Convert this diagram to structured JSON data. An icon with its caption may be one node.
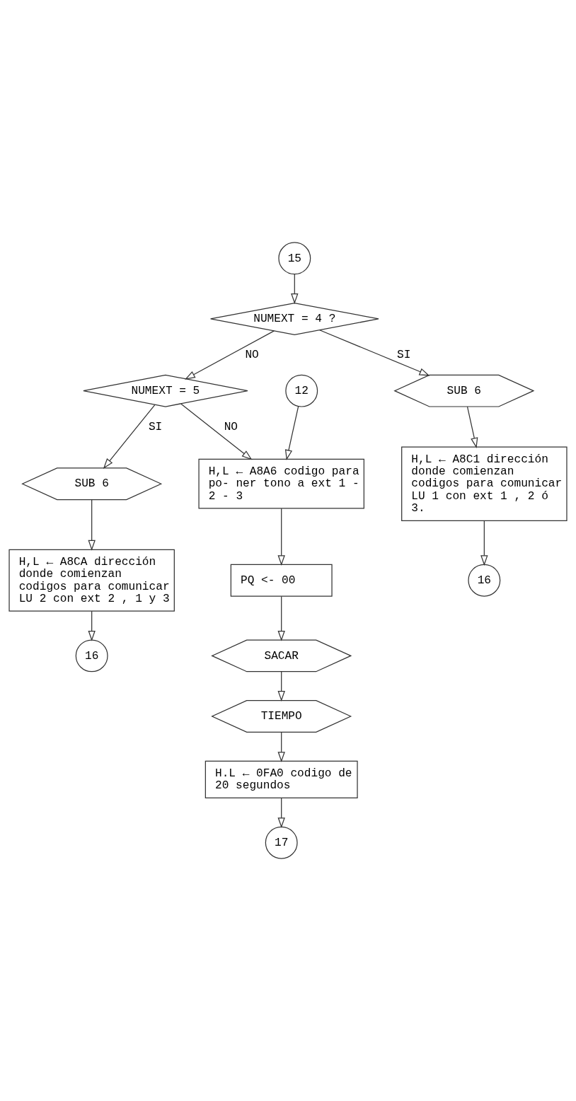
{
  "diagram": {
    "nodes": [
      {
        "text": [
          "15"
        ]
      },
      {
        "text": [
          "NUMEXT = 4 ?"
        ]
      },
      {
        "text": [
          "NUMEXT = 5"
        ]
      },
      {
        "text": [
          "12"
        ]
      },
      {
        "text": [
          "H,L ← A8A6 codigo para po- ner tono a ext 1 - 2 - 3"
        ]
      },
      {
        "text": [
          "PQ <- 00"
        ]
      },
      {
        "text": [
          "SACAR"
        ]
      },
      {
        "text": [
          "TIEMPO"
        ]
      },
      {
        "text": [
          "H.L ← 0FA0 codigo de 20 segundos"
        ]
      },
      {
        "text": [
          "17"
        ]
      },
      {
        "text": [
          "SUB 6"
        ]
      },
      {
        "text": [
          "H,L ← A8C1 dirección donde comienzan codigos para comunicar LU 1 con ext 1 , 2 ó 3."
        ]
      },
      {
        "text": [
          "16"
        ]
      },
      {
        "text": [
          "SUB 6"
        ]
      },
      {
        "text": [
          "H,L ← A8CA dirección donde comienzan codigos para comunicar LU 2 con ext 2 , 1 y 3"
        ]
      },
      {
        "text": [
          "16"
        ]
      }
    ],
    "edges": [
      {
        "from": 0,
        "to": 1,
        "arrow": "to"
      },
      {
        "from": 1,
        "to": 10,
        "arrow": "to",
        "label": "SI"
      },
      {
        "from": 1,
        "to": 2,
        "arrow": "to",
        "label": "NO"
      },
      {
        "from": 2,
        "to": 13,
        "arrow": "to",
        "label": "SI"
      },
      {
        "from": 2,
        "to": 4,
        "arrow": "to",
        "label": "NO"
      },
      {
        "from": 3,
        "to": 4,
        "arrow": "to"
      },
      {
        "from": 4,
        "to": 5,
        "arrow": "to"
      },
      {
        "from": 5,
        "to": 6,
        "arrow": "to"
      },
      {
        "from": 6,
        "to": 7,
        "arrow": "to"
      },
      {
        "from": 7,
        "to": 8,
        "arrow": "to"
      },
      {
        "from": 8,
        "to": 9,
        "arrow": "to"
      },
      {
        "from": 10,
        "to": 11,
        "arrow": "to"
      },
      {
        "from": 11,
        "to": 12,
        "arrow": "to"
      },
      {
        "from": 13,
        "to": 14,
        "arrow": "to"
      },
      {
        "from": 14,
        "to": 15,
        "arrow": "to"
      }
    ]
  }
}
